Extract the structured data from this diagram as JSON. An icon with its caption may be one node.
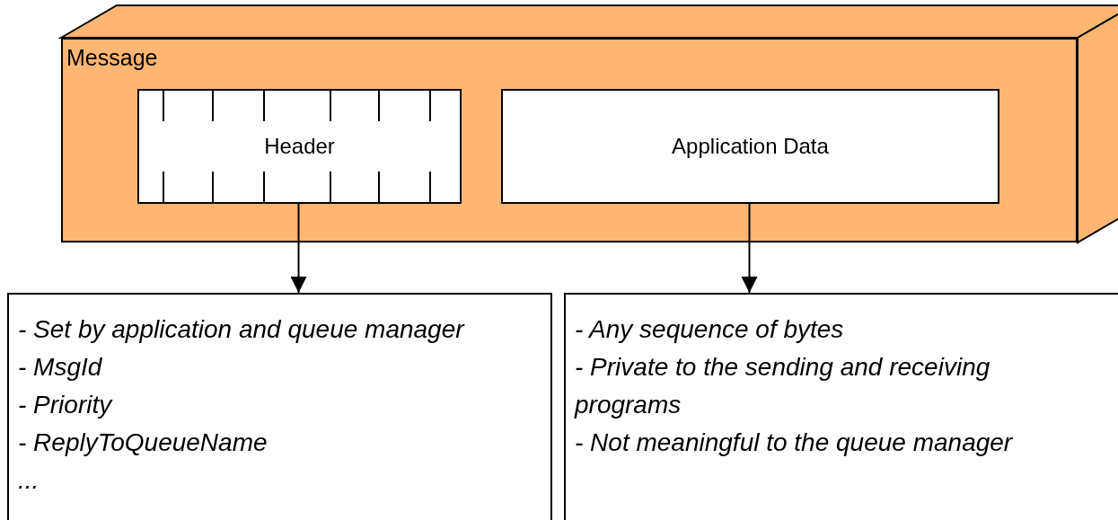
{
  "diagram": {
    "nodes": [
      {
        "text": [
          "Message"
        ]
      },
      {
        "text": [
          "Header"
        ],
        "in": 0
      },
      {
        "text": [
          "Application Data"
        ],
        "in": 0
      },
      {
        "text": [
          "- Set by application and queue manager",
          "- MsgId",
          "- Priority",
          "- ReplyToQueueName",
          "..."
        ]
      },
      {
        "text": [
          "- Any sequence of bytes",
          "- Private to the sending and receiving programs",
          "- Not meaningful to the queue manager"
        ]
      }
    ],
    "edges": [
      {
        "from": 1,
        "to": 3,
        "arrow": "to"
      },
      {
        "from": 2,
        "to": 4,
        "arrow": "to"
      }
    ]
  }
}
